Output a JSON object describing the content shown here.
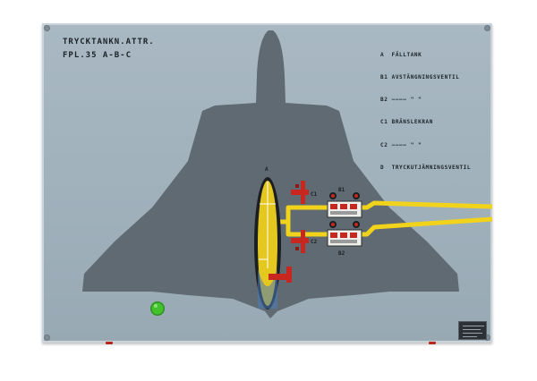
{
  "title": {
    "line1": "TRYCKTANKN.ATTR.",
    "line2": "FPL.35 A-B-C"
  },
  "legend": {
    "items": [
      {
        "text": "A  FÄLLTANK"
      },
      {
        "text": "B1 AVSTÄNGNINGSVENTIL"
      },
      {
        "text": "B2 ———— \" \""
      },
      {
        "text": "C1 BRÄNSLEKRAN"
      },
      {
        "text": "C2 ———— \" \""
      },
      {
        "text": "D  TRYCKUTJÄMNINGSVENTIL"
      }
    ]
  },
  "component_labels": {
    "tank": "A",
    "valve_b1": "B1",
    "valve_b2": "B2",
    "tap_c1": "C1",
    "tap_c2": "C2"
  },
  "colors": {
    "board": "#a4b3bd",
    "aircraft": "#5f6a72",
    "fuel_line": "#f2d31b",
    "valve_red": "#c8271f",
    "indicator_green": "#43c22c"
  },
  "icons": {
    "indicator": "green-indicator-lamp-icon",
    "valves": "shutoff-valve-icon"
  }
}
